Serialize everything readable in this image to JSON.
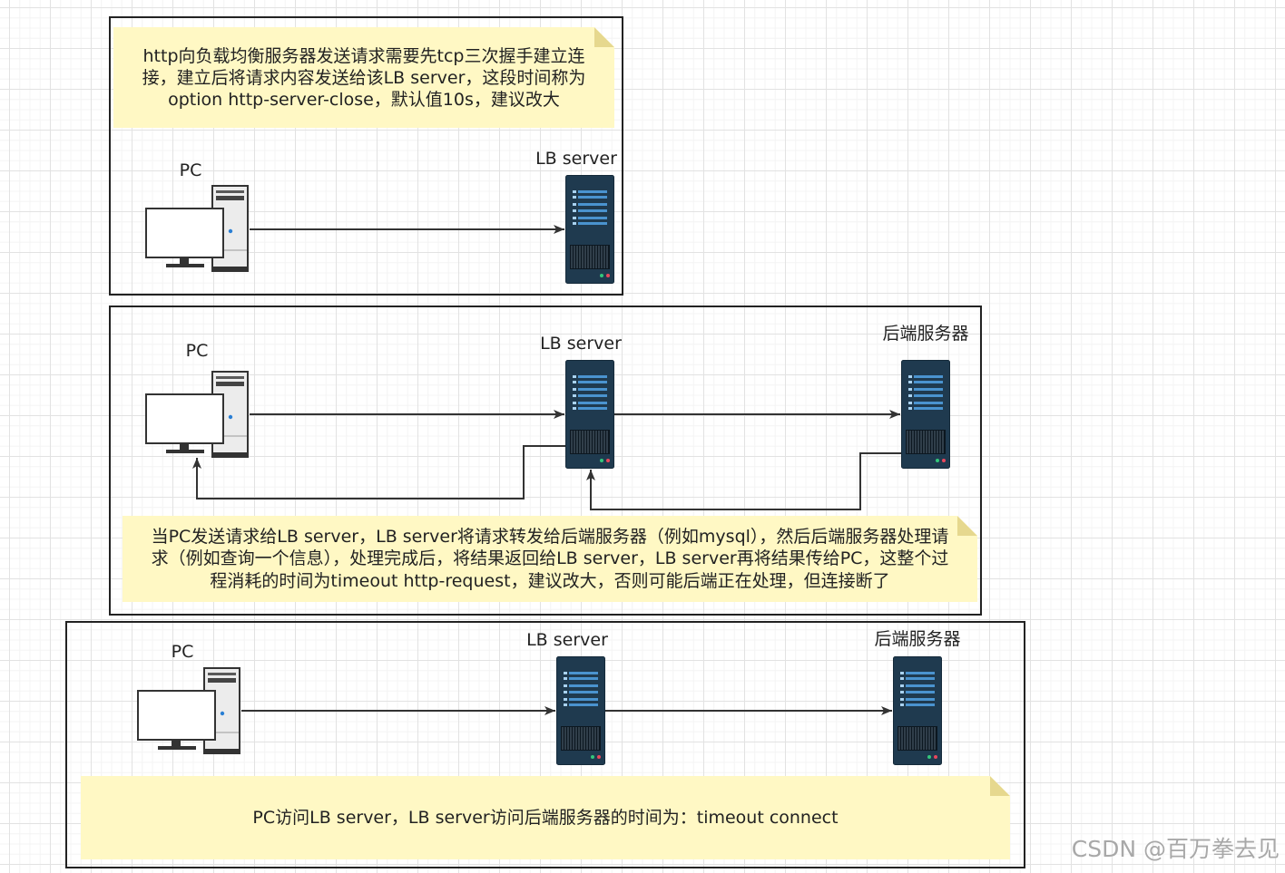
{
  "colors": {
    "canvas_background": "#ffffff",
    "grid_line": "#e2e2e2",
    "frame_border": "#222222",
    "connector": "#333333",
    "note_fill": "#fff8c4",
    "note_fold": "#e6d88e",
    "server_body": "#1f3a4f",
    "server_stripe": "#4a93cf",
    "text": "#222222",
    "watermark": "#a8a8a8"
  },
  "icons": {
    "client": "pc-icon",
    "server": "server-icon"
  },
  "scenarios": [
    {
      "pc_label": "PC",
      "lb_label": "LB server",
      "note_lines": [
        "http向负载均衡服务器发送请求需要先tcp三次握手建立连",
        "接，建立后将请求内容发送给该LB server，这段时间称为",
        "option http-server-close，默认值10s，建议改大"
      ]
    },
    {
      "pc_label": "PC",
      "lb_label": "LB server",
      "backend_label": "后端服务器",
      "note_lines": [
        "当PC发送请求给LB server，LB server将请求转发给后端服务器（例如mysql），然后后端服务器处理请",
        "求（例如查询一个信息），处理完成后，将结果返回给LB server，LB server再将结果传给PC，这整个过",
        "程消耗的时间为timeout http-request，建议改大，否则可能后端正在处理，但连接断了"
      ]
    },
    {
      "pc_label": "PC",
      "lb_label": "LB server",
      "backend_label": "后端服务器",
      "note_lines": [
        "PC访问LB server，LB server访问后端服务器的时间为：timeout connect"
      ]
    }
  ],
  "watermark": "CSDN @百万拳去见"
}
